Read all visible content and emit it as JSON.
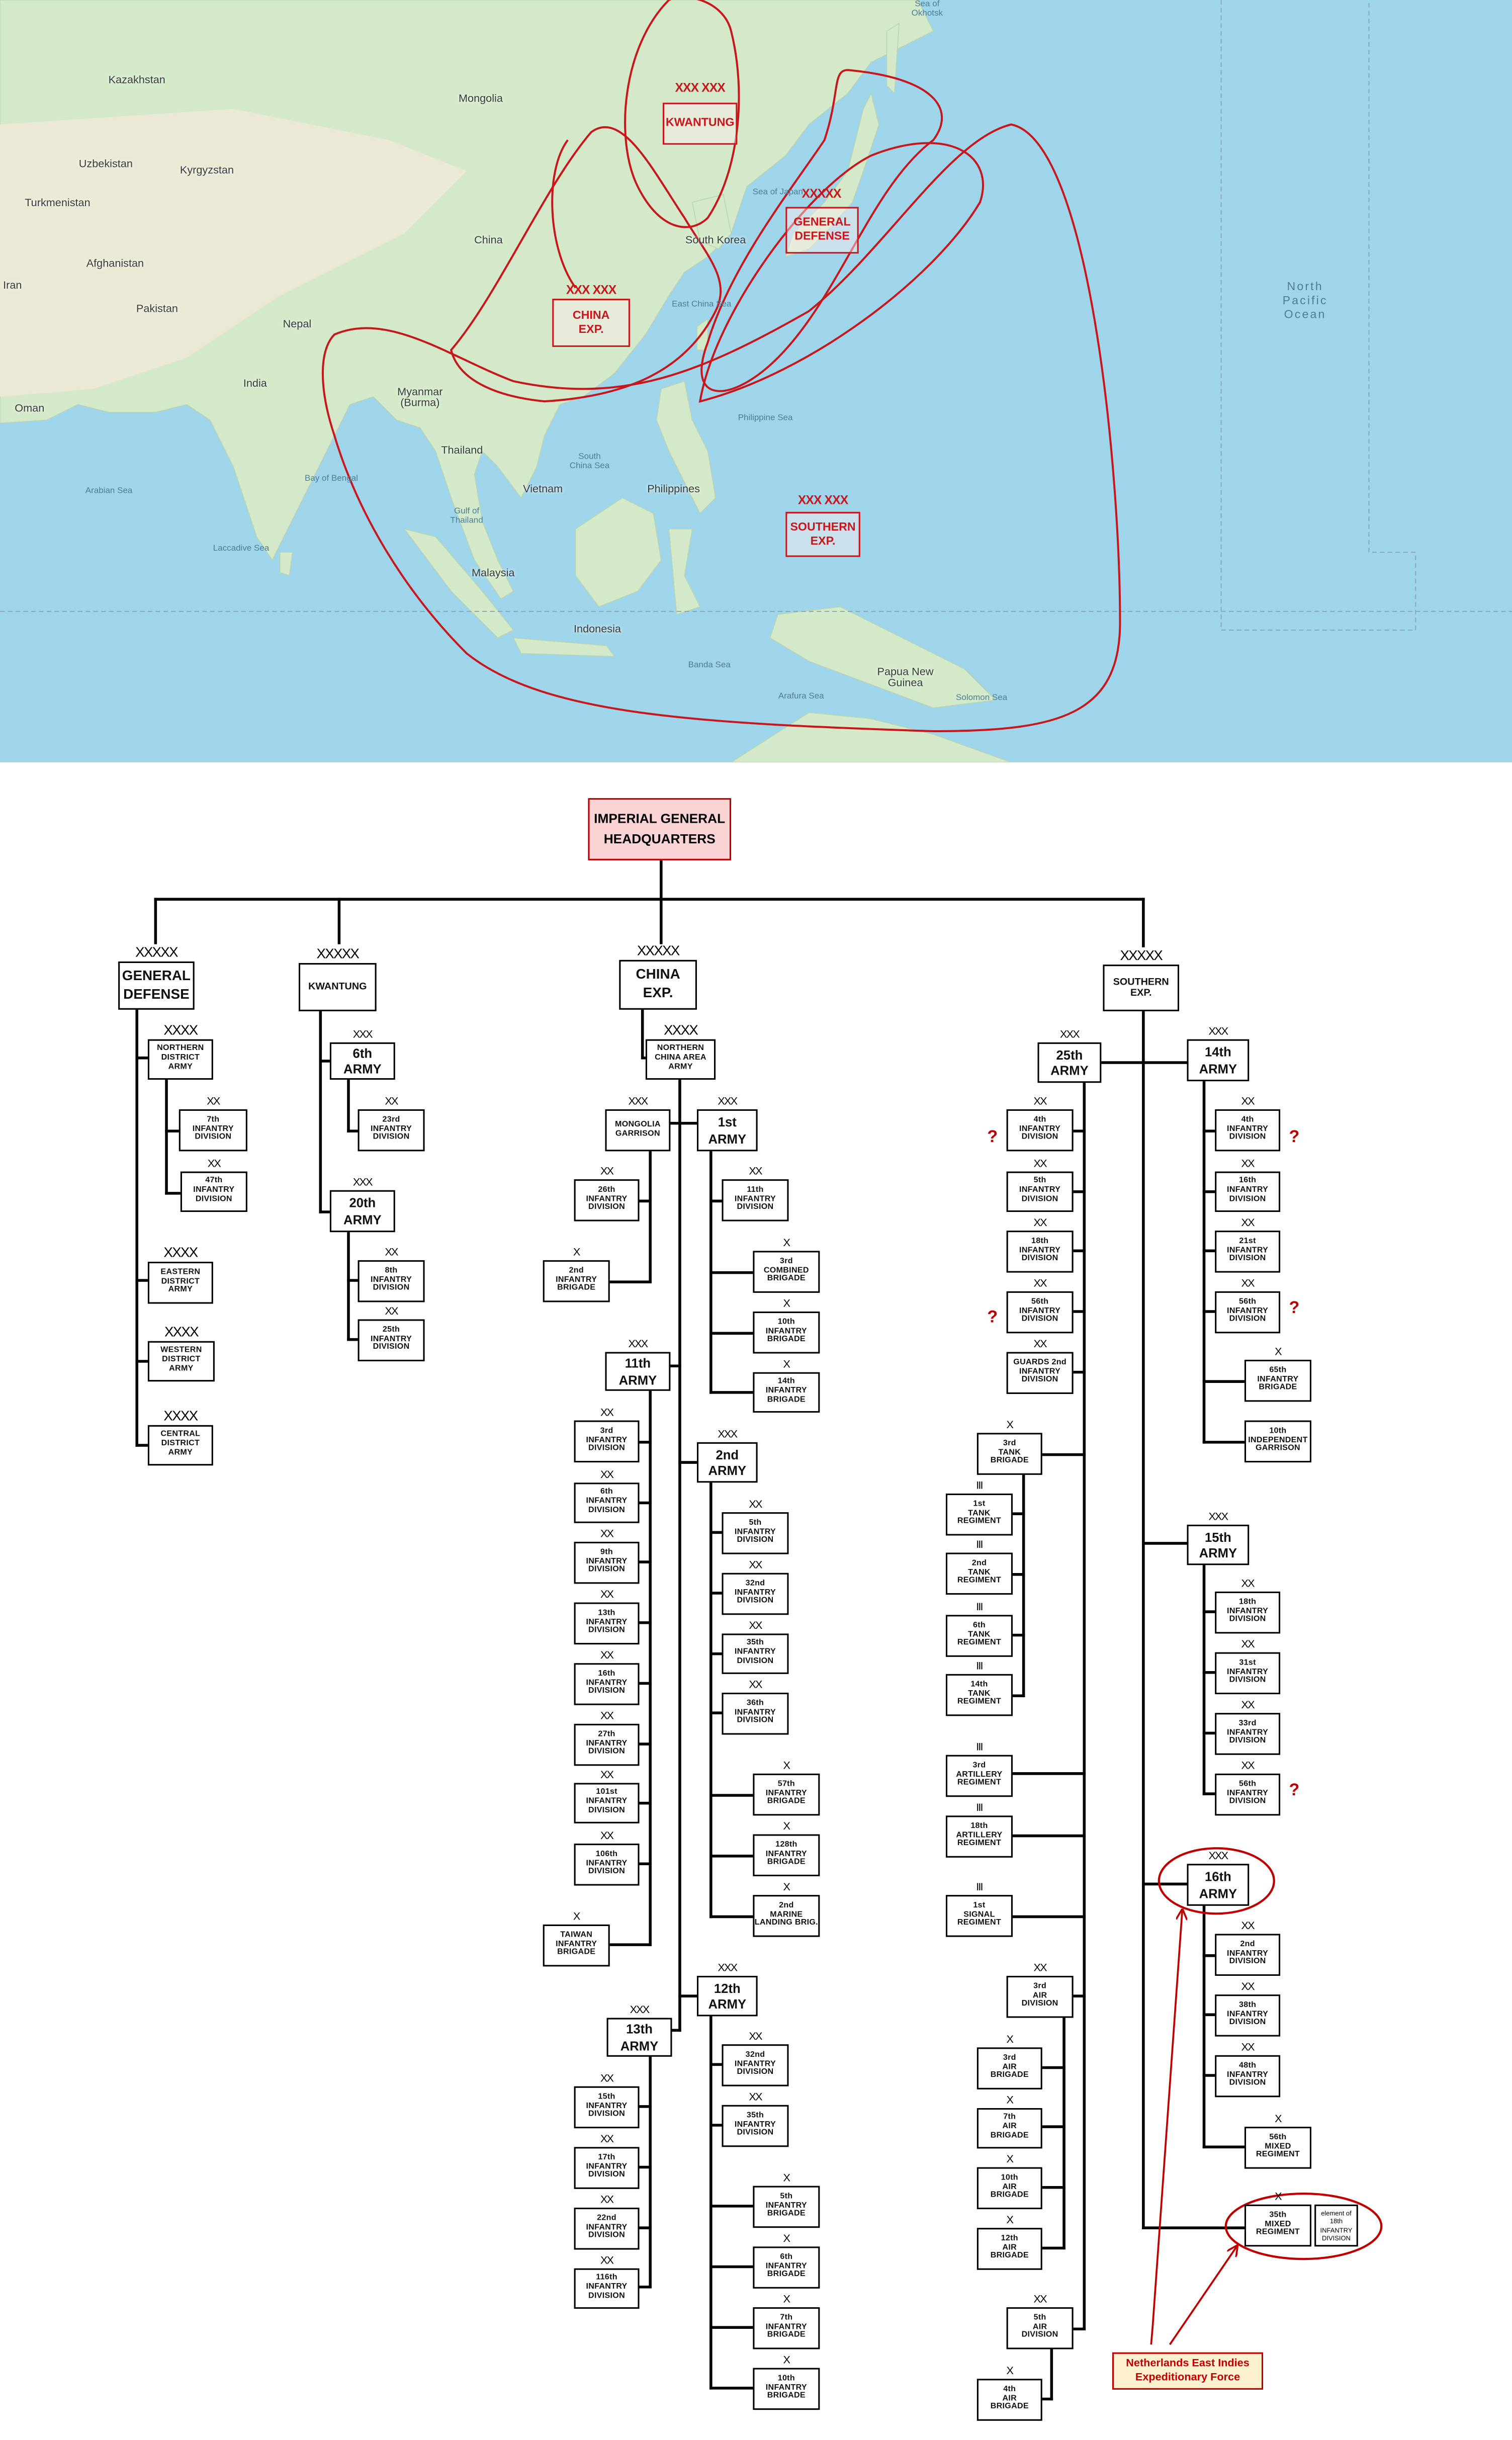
{
  "map": {
    "labels": {
      "kazakhstan": "Kazakhstan",
      "mongolia": "Mongolia",
      "uzbekistan": "Uzbekistan",
      "kyrgyzstan": "Kyrgyzstan",
      "turkmenistan": "Turkmenistan",
      "afghanistan": "Afghanistan",
      "iran": "Iran",
      "pakistan": "Pakistan",
      "nepal": "Nepal",
      "india": "India",
      "oman": "Oman",
      "china": "China",
      "south_korea": "South Korea",
      "myanmar": "Myanmar (Burma)",
      "thailand": "Thailand",
      "vietnam": "Vietnam",
      "philippines": "Philippines",
      "malaysia": "Malaysia",
      "indonesia": "Indonesia",
      "papua_new_guinea": "Papua New Guinea"
    },
    "seas": {
      "arabian_sea": "Arabian Sea",
      "bay_of_bengal": "Bay of Bengal",
      "laccadive_sea": "Laccadive Sea",
      "gulf_of_thailand": "Gulf of Thailand",
      "south_china_sea": "South China Sea",
      "philippine_sea": "Philippine Sea",
      "banda_sea": "Banda Sea",
      "arafura_sea": "Arafura Sea",
      "solomon_sea": "Solomon Sea",
      "sea_of_japan": "Sea of Japan",
      "east_china_sea": "East China Sea",
      "sea_of_okhotsk": "Sea of Okhotsk",
      "north_pacific": "North Pacific Ocean"
    },
    "commands": {
      "kwantung": {
        "lines": [
          "KWANTUNG"
        ],
        "echelon": "XXX XXX"
      },
      "general_defense": {
        "lines": [
          "GENERAL",
          "DEFENSE"
        ],
        "echelon": "XXXXX"
      },
      "china_exp": {
        "lines": [
          "CHINA",
          "EXP."
        ],
        "echelon": "XXX XXX"
      },
      "southern_exp": {
        "lines": [
          "SOUTHERN",
          "EXP."
        ],
        "echelon": "XXX XXX"
      }
    },
    "colors": {
      "ocean": "#9fd5ea",
      "land": "#d3e9c9",
      "outline": "#c8161d"
    }
  },
  "org": {
    "hq": {
      "lines": [
        "IMPERIAL GENERAL",
        "HEADQUARTERS"
      ]
    },
    "annotation": {
      "lines": [
        "Netherlands East Indies",
        "Expeditionary Force"
      ]
    },
    "note_35th": {
      "lines": [
        "element of",
        "18th",
        "INFANTRY",
        "DIVISION"
      ]
    },
    "question_mark": "?",
    "nodes": [
      {
        "id": "gd",
        "lines": [
          "GENERAL",
          "DEFENSE"
        ],
        "echelon": "XXXXX"
      },
      {
        "id": "kw",
        "lines": [
          "KWANTUNG"
        ],
        "echelon": "XXXXX"
      },
      {
        "id": "ce",
        "lines": [
          "CHINA",
          "EXP."
        ],
        "echelon": "XXXXX"
      },
      {
        "id": "se",
        "lines": [
          "SOUTHERN",
          "EXP."
        ],
        "echelon": "XXXXX"
      },
      {
        "id": "nda",
        "lines": [
          "NORTHERN",
          "DISTRICT",
          "ARMY"
        ],
        "echelon": "XXXX"
      },
      {
        "id": "gd7",
        "lines": [
          "7th",
          "INFANTRY",
          "DIVISION"
        ],
        "echelon": "XX"
      },
      {
        "id": "gd47",
        "lines": [
          "47th",
          "INFANTRY",
          "DIVISION"
        ],
        "echelon": "XX"
      },
      {
        "id": "eda",
        "lines": [
          "EASTERN",
          "DISTRICT",
          "ARMY"
        ],
        "echelon": "XXXX"
      },
      {
        "id": "wda",
        "lines": [
          "WESTERN",
          "DISTRICT",
          "ARMY"
        ],
        "echelon": "XXXX"
      },
      {
        "id": "cda",
        "lines": [
          "CENTRAL",
          "DISTRICT",
          "ARMY"
        ],
        "echelon": "XXXX"
      },
      {
        "id": "a6",
        "lines": [
          "6th",
          "ARMY"
        ],
        "echelon": "XXX"
      },
      {
        "id": "kw23",
        "lines": [
          "23rd",
          "INFANTRY",
          "DIVISION"
        ],
        "echelon": "XX"
      },
      {
        "id": "a20",
        "lines": [
          "20th",
          "ARMY"
        ],
        "echelon": "XXX"
      },
      {
        "id": "kw8",
        "lines": [
          "8th",
          "INFANTRY",
          "DIVISION"
        ],
        "echelon": "XX"
      },
      {
        "id": "kw25",
        "lines": [
          "25th",
          "INFANTRY",
          "DIVISION"
        ],
        "echelon": "XX"
      },
      {
        "id": "ncaa",
        "lines": [
          "NORTHERN",
          "CHINA  AREA",
          "ARMY"
        ],
        "echelon": "XXXX"
      },
      {
        "id": "mg",
        "lines": [
          "MONGOLIA",
          "GARRISON"
        ],
        "echelon": "XXX"
      },
      {
        "id": "a1",
        "lines": [
          "1st",
          "ARMY"
        ],
        "echelon": "XXX"
      },
      {
        "id": "mg26",
        "lines": [
          "26th",
          "INFANTRY",
          "DIVISION"
        ],
        "echelon": "XX"
      },
      {
        "id": "mg2b",
        "lines": [
          "2nd",
          "INFANTRY",
          "BRIGADE"
        ],
        "echelon": "X"
      },
      {
        "id": "a1_11",
        "lines": [
          "11th",
          "INFANTRY",
          "DIVISION"
        ],
        "echelon": "XX"
      },
      {
        "id": "a1_3b",
        "lines": [
          "3rd",
          "COMBINED",
          "BRIGADE"
        ],
        "echelon": "X"
      },
      {
        "id": "a1_10b",
        "lines": [
          "10th",
          "INFANTRY",
          "BRIGADE"
        ],
        "echelon": "X"
      },
      {
        "id": "a1_14b",
        "lines": [
          "14th",
          "INFANTRY",
          "BRIGADE"
        ],
        "echelon": "X"
      },
      {
        "id": "a11",
        "lines": [
          "11th",
          "ARMY"
        ],
        "echelon": "XXX"
      },
      {
        "id": "a11_3",
        "lines": [
          "3rd",
          "INFANTRY",
          "DIVISION"
        ],
        "echelon": "XX"
      },
      {
        "id": "a11_6",
        "lines": [
          "6th",
          "INFANTRY",
          "DIVISION"
        ],
        "echelon": "XX"
      },
      {
        "id": "a11_9",
        "lines": [
          "9th",
          "INFANTRY",
          "DIVISION"
        ],
        "echelon": "XX"
      },
      {
        "id": "a11_13",
        "lines": [
          "13th",
          "INFANTRY",
          "DIVISION"
        ],
        "echelon": "XX"
      },
      {
        "id": "a11_16",
        "lines": [
          "16th",
          "INFANTRY",
          "DIVISION"
        ],
        "echelon": "XX"
      },
      {
        "id": "a11_27",
        "lines": [
          "27th",
          "INFANTRY",
          "DIVISION"
        ],
        "echelon": "XX"
      },
      {
        "id": "a11_101",
        "lines": [
          "101st",
          "INFANTRY",
          "DIVISION"
        ],
        "echelon": "XX"
      },
      {
        "id": "a11_106",
        "lines": [
          "106th",
          "INFANTRY",
          "DIVISION"
        ],
        "echelon": "XX"
      },
      {
        "id": "a11_tw",
        "lines": [
          "TAIWAN",
          "INFANTRY",
          "BRIGADE"
        ],
        "echelon": "X"
      },
      {
        "id": "a2",
        "lines": [
          "2nd",
          "ARMY"
        ],
        "echelon": "XXX"
      },
      {
        "id": "a2_5",
        "lines": [
          "5th",
          "INFANTRY",
          "DIVISION"
        ],
        "echelon": "XX"
      },
      {
        "id": "a2_32",
        "lines": [
          "32nd",
          "INFANTRY",
          "DIVISION"
        ],
        "echelon": "XX"
      },
      {
        "id": "a2_35",
        "lines": [
          "35th",
          "INFANTRY",
          "DIVISION"
        ],
        "echelon": "XX"
      },
      {
        "id": "a2_36",
        "lines": [
          "36th",
          "INFANTRY",
          "DIVISION"
        ],
        "echelon": "XX"
      },
      {
        "id": "a2_57b",
        "lines": [
          "57th",
          "INFANTRY",
          "BRIGADE"
        ],
        "echelon": "X"
      },
      {
        "id": "a2_128b",
        "lines": [
          "128th",
          "INFANTRY",
          "BRIGADE"
        ],
        "echelon": "X"
      },
      {
        "id": "a2_2m",
        "lines": [
          "2nd",
          "MARINE",
          "LANDING BRIG."
        ],
        "echelon": "X"
      },
      {
        "id": "a12",
        "lines": [
          "12th",
          "ARMY"
        ],
        "echelon": "XXX"
      },
      {
        "id": "a12_32",
        "lines": [
          "32nd",
          "INFANTRY",
          "DIVISION"
        ],
        "echelon": "XX"
      },
      {
        "id": "a12_35",
        "lines": [
          "35th",
          "INFANTRY",
          "DIVISION"
        ],
        "echelon": "XX"
      },
      {
        "id": "a12_5b",
        "lines": [
          "5th",
          "INFANTRY",
          "BRIGADE"
        ],
        "echelon": "X"
      },
      {
        "id": "a12_6b",
        "lines": [
          "6th",
          "INFANTRY",
          "BRIGADE"
        ],
        "echelon": "X"
      },
      {
        "id": "a12_7b",
        "lines": [
          "7th",
          "INFANTRY",
          "BRIGADE"
        ],
        "echelon": "X"
      },
      {
        "id": "a12_10b",
        "lines": [
          "10th",
          "INFANTRY",
          "BRIGADE"
        ],
        "echelon": "X"
      },
      {
        "id": "a13",
        "lines": [
          "13th",
          "ARMY"
        ],
        "echelon": "XXX"
      },
      {
        "id": "a13_15",
        "lines": [
          "15th",
          "INFANTRY",
          "DIVISION"
        ],
        "echelon": "XX"
      },
      {
        "id": "a13_17",
        "lines": [
          "17th",
          "INFANTRY",
          "DIVISION"
        ],
        "echelon": "XX"
      },
      {
        "id": "a13_22",
        "lines": [
          "22nd",
          "INFANTRY",
          "DIVISION"
        ],
        "echelon": "XX"
      },
      {
        "id": "a13_116",
        "lines": [
          "116th",
          "INFANTRY",
          "DIVISION"
        ],
        "echelon": "XX"
      },
      {
        "id": "a25",
        "lines": [
          "25th",
          "ARMY"
        ],
        "echelon": "XXX"
      },
      {
        "id": "a14",
        "lines": [
          "14th",
          "ARMY"
        ],
        "echelon": "XXX"
      },
      {
        "id": "a25_4",
        "lines": [
          "4th",
          "INFANTRY",
          "DIVISION"
        ],
        "echelon": "XX"
      },
      {
        "id": "a25_5",
        "lines": [
          "5th",
          "INFANTRY",
          "DIVISION"
        ],
        "echelon": "XX"
      },
      {
        "id": "a25_18",
        "lines": [
          "18th",
          "INFANTRY",
          "DIVISION"
        ],
        "echelon": "XX"
      },
      {
        "id": "a25_56",
        "lines": [
          "56th",
          "INFANTRY",
          "DIVISION"
        ],
        "echelon": "XX"
      },
      {
        "id": "a25_g2",
        "lines": [
          "GUARDS 2nd",
          "INFANTRY",
          "DIVISION"
        ],
        "echelon": "XX"
      },
      {
        "id": "tb3",
        "lines": [
          "3rd",
          "TANK",
          "BRIGADE"
        ],
        "echelon": "X"
      },
      {
        "id": "tr1",
        "lines": [
          "1st",
          "TANK",
          "REGIMENT"
        ],
        "echelon": "III"
      },
      {
        "id": "tr2",
        "lines": [
          "2nd",
          "TANK",
          "REGIMENT"
        ],
        "echelon": "III"
      },
      {
        "id": "tr6",
        "lines": [
          "6th",
          "TANK",
          "REGIMENT"
        ],
        "echelon": "III"
      },
      {
        "id": "tr14",
        "lines": [
          "14th",
          "TANK",
          "REGIMENT"
        ],
        "echelon": "III"
      },
      {
        "id": "ar3",
        "lines": [
          "3rd",
          "ARTILLERY",
          "REGIMENT"
        ],
        "echelon": "III"
      },
      {
        "id": "ar18",
        "lines": [
          "18th",
          "ARTILLERY",
          "REGIMENT"
        ],
        "echelon": "III"
      },
      {
        "id": "sg1",
        "lines": [
          "1st",
          "SIGNAL",
          "REGIMENT"
        ],
        "echelon": "III"
      },
      {
        "id": "ad3",
        "lines": [
          "3rd",
          "AIR",
          "DIVISION"
        ],
        "echelon": "XX"
      },
      {
        "id": "ab3",
        "lines": [
          "3rd",
          "AIR",
          "BRIGADE"
        ],
        "echelon": "X"
      },
      {
        "id": "ab7",
        "lines": [
          "7th",
          "AIR",
          "BRIGADE"
        ],
        "echelon": "X"
      },
      {
        "id": "ab10",
        "lines": [
          "10th",
          "AIR",
          "BRIGADE"
        ],
        "echelon": "X"
      },
      {
        "id": "ab12",
        "lines": [
          "12th",
          "AIR",
          "BRIGADE"
        ],
        "echelon": "X"
      },
      {
        "id": "ad5",
        "lines": [
          "5th",
          "AIR",
          "DIVISION"
        ],
        "echelon": "XX"
      },
      {
        "id": "ab4",
        "lines": [
          "4th",
          "AIR",
          "BRIGADE"
        ],
        "echelon": "X"
      },
      {
        "id": "a14_4",
        "lines": [
          "4th",
          "INFANTRY",
          "DIVISION"
        ],
        "echelon": "XX"
      },
      {
        "id": "a14_16",
        "lines": [
          "16th",
          "INFANTRY",
          "DIVISION"
        ],
        "echelon": "XX"
      },
      {
        "id": "a14_21",
        "lines": [
          "21st",
          "INFANTRY",
          "DIVISION"
        ],
        "echelon": "XX"
      },
      {
        "id": "a14_56",
        "lines": [
          "56th",
          "INFANTRY",
          "DIVISION"
        ],
        "echelon": "XX"
      },
      {
        "id": "a14_65b",
        "lines": [
          "65th",
          "INFANTRY",
          "BRIGADE"
        ],
        "echelon": "X"
      },
      {
        "id": "a14_10g",
        "lines": [
          "10th",
          "INDEPENDENT",
          "GARRISON"
        ],
        "echelon": ""
      },
      {
        "id": "a15",
        "lines": [
          "15th",
          "ARMY"
        ],
        "echelon": "XXX"
      },
      {
        "id": "a15_18",
        "lines": [
          "18th",
          "INFANTRY",
          "DIVISION"
        ],
        "echelon": "XX"
      },
      {
        "id": "a15_31",
        "lines": [
          "31st",
          "INFANTRY",
          "DIVISION"
        ],
        "echelon": "XX"
      },
      {
        "id": "a15_33",
        "lines": [
          "33rd",
          "INFANTRY",
          "DIVISION"
        ],
        "echelon": "XX"
      },
      {
        "id": "a15_56",
        "lines": [
          "56th",
          "INFANTRY",
          "DIVISION"
        ],
        "echelon": "XX"
      },
      {
        "id": "a16",
        "lines": [
          "16th",
          "ARMY"
        ],
        "echelon": "XXX"
      },
      {
        "id": "a16_2",
        "lines": [
          "2nd",
          "INFANTRY",
          "DIVISION"
        ],
        "echelon": "XX"
      },
      {
        "id": "a16_38",
        "lines": [
          "38th",
          "INFANTRY",
          "DIVISION"
        ],
        "echelon": "XX"
      },
      {
        "id": "a16_48",
        "lines": [
          "48th",
          "INFANTRY",
          "DIVISION"
        ],
        "echelon": "XX"
      },
      {
        "id": "a16_56r",
        "lines": [
          "56th",
          "MIXED",
          "REGIMENT"
        ],
        "echelon": "X"
      },
      {
        "id": "mr35",
        "lines": [
          "35th",
          "MIXED",
          "REGIMENT"
        ],
        "echelon": "X"
      }
    ]
  }
}
